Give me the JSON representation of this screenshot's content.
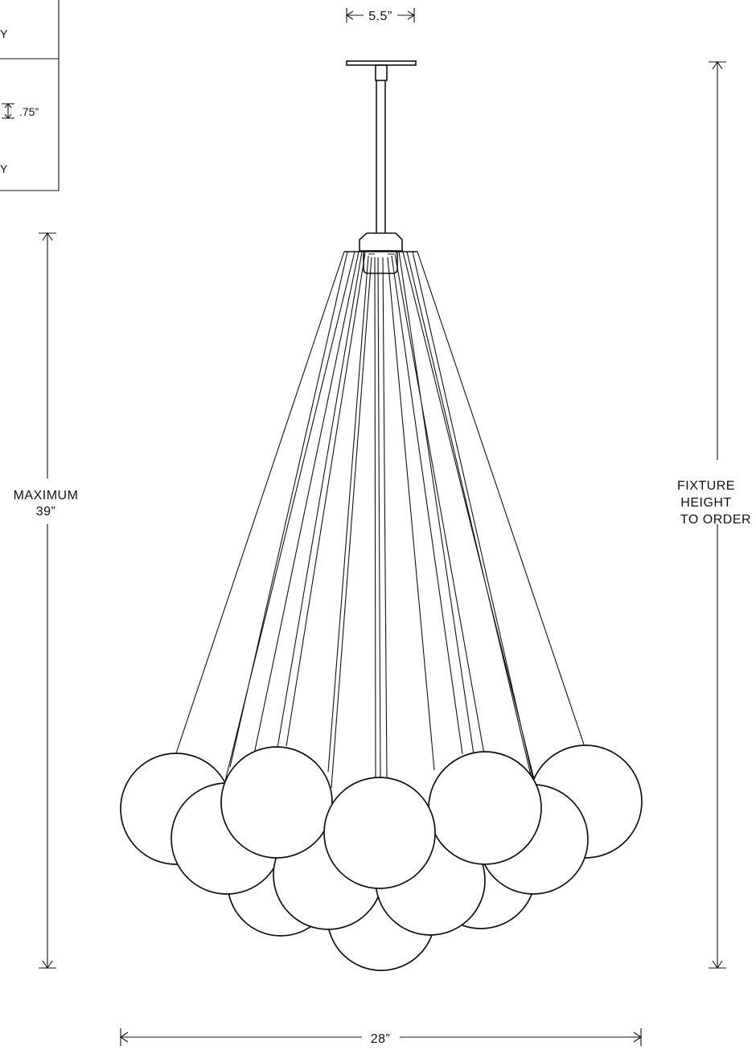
{
  "drawing": {
    "kind": "chandelier-elevation",
    "stroke_color": "#111111",
    "background": "#ffffff"
  },
  "dimensions": {
    "canopy_width": "5.5”",
    "thickness": ".75”",
    "max_height_label": "MAXIMUM",
    "max_height_value": "39”",
    "fixture_height_line1": "FIXTURE",
    "fixture_height_line2": "HEIGHT",
    "fixture_height_line3": "TO ORDER",
    "width": "28”"
  },
  "inset": {
    "label_top": "Y",
    "label_bottom": "Y"
  }
}
